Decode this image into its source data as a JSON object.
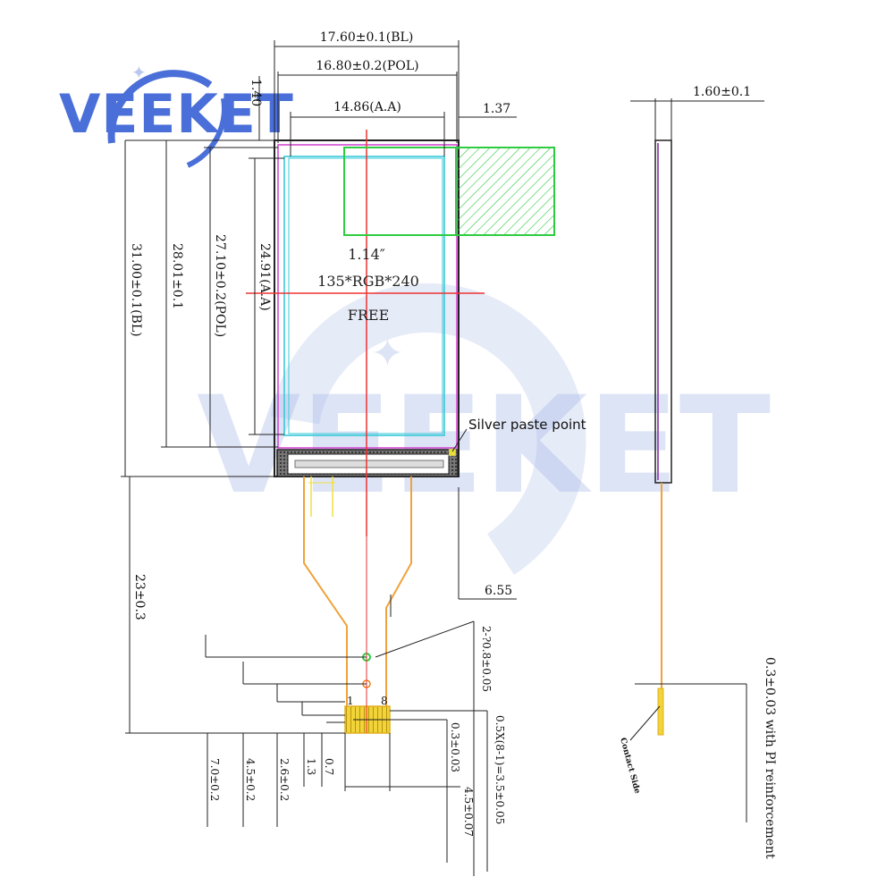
{
  "brand": {
    "logo_text": "VEEKET",
    "watermark_text": "VEEKET"
  },
  "display": {
    "size": "1.14″",
    "resolution": "135*RGB*240",
    "mode": "FREE"
  },
  "callouts": {
    "silver_paste": "Silver paste point",
    "contact_side": "Contact Side",
    "reinforcement": "0.3±0.03 with PI reinforcement"
  },
  "dimensions": {
    "bl_width": "17.60±0.1(BL)",
    "pol_width": "16.80±0.2(POL)",
    "aa_width": "14.86(A.A)",
    "right_offset": "1.37",
    "top_offset": "1.40",
    "thickness": "1.60±0.1",
    "bl_height": "31.00±0.1(BL)",
    "height_28": "28.01±0.1",
    "pol_height": "27.10±0.2(POL)",
    "aa_height": "24.91(A.A)",
    "fpc_length": "23±0.3",
    "fpc_offset": "6.55",
    "hole_dim": "2-?0.8±0.05",
    "pitch_dim": "0.5X(8-1)=3.5±0.05",
    "pin_dim": "0.3±0.03",
    "width_45": "4.5±0.07",
    "bottom_7": "7.0±0.2",
    "bottom_45": "4.5±0.2",
    "bottom_26": "2.6±0.2",
    "bottom_13": "1.3",
    "bottom_07": "0.7",
    "pin_first": "1",
    "pin_last": "8"
  }
}
